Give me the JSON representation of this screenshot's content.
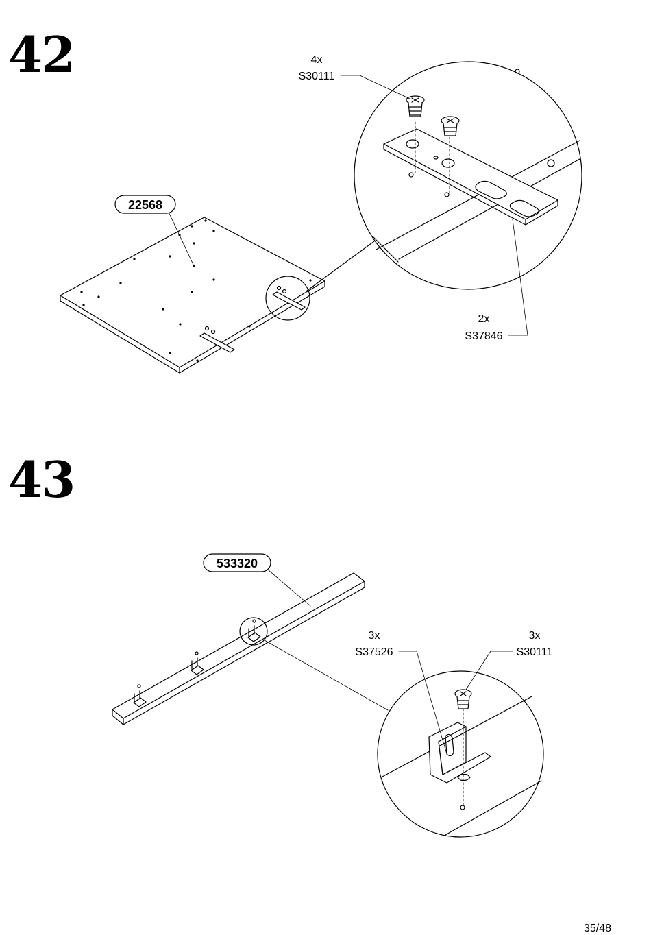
{
  "page": {
    "number": "35/48"
  },
  "step42": {
    "number": "42",
    "part_id": "22568",
    "screw": {
      "qty": "4x",
      "code": "S30111"
    },
    "plate": {
      "qty": "2x",
      "code": "S37846"
    }
  },
  "step43": {
    "number": "43",
    "part_id": "533320",
    "bracket": {
      "qty": "3x",
      "code": "S37526"
    },
    "screw": {
      "qty": "3x",
      "code": "S30111"
    }
  }
}
